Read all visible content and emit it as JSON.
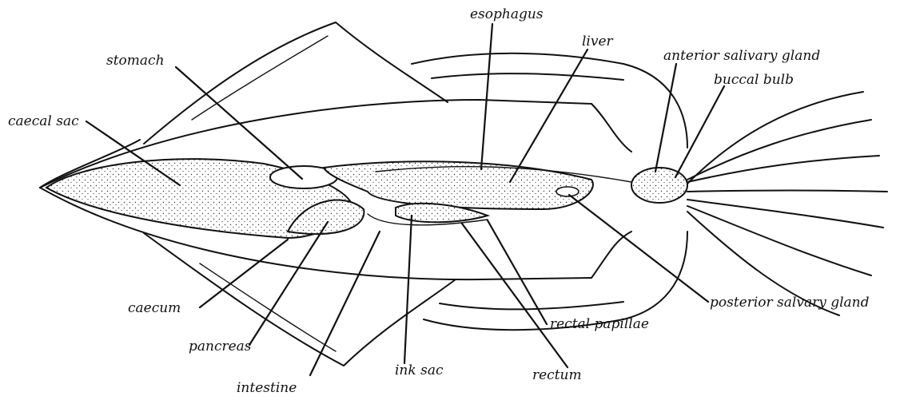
{
  "labels": {
    "esophagus": "esophagus",
    "liver": "liver",
    "anterior_salivary_gland": "anterior salivary gland",
    "buccal_bulb": "buccal bulb",
    "stomach": "stomach",
    "caecal_sac": "caecal sac",
    "caecum": "caecum",
    "pancreas": "pancreas",
    "intestine": "intestine",
    "ink_sac": "ink sac",
    "rectum": "rectum",
    "rectal_papillae": "rectal papillae",
    "posterior_salivary_gland": "posterior salvary gland"
  }
}
